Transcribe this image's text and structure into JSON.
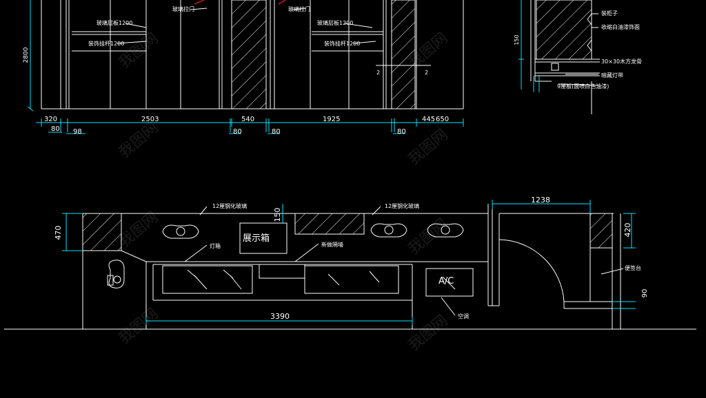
{
  "colors": {
    "background": "#000000",
    "line": "#ffffff",
    "dimension": "#00e5ff",
    "dimension_mark": "#ff2020"
  },
  "elevation": {
    "height_dim": "2800",
    "bottom_dims": [
      "320",
      "80",
      "98",
      "2503",
      "80",
      "540",
      "80",
      "1925",
      "80",
      "445",
      "650"
    ],
    "notes": {
      "glass_shelf_left": "玻璃层板1200",
      "wood_shelf_left": "装饰挂杆1200",
      "top_left": "玻璃拉门",
      "top_mid": "玻璃拉门",
      "glass_shelf_right": "玻璃层板1200",
      "wood_shelf_right": "装饰挂杆1200",
      "mark_2a": "2",
      "mark_2b": "2"
    }
  },
  "section_detail": {
    "dim": "150",
    "notes": [
      "装柜子",
      "收缩白油漆饰面",
      "30×30木方龙骨",
      "暗藏灯带",
      "9厘板(面喷白色油漆)"
    ]
  },
  "plan": {
    "top_left_dim": "470",
    "top_mid_dim": "150",
    "top_right_dim": "1238",
    "right_dim": "420",
    "right_small_dim": "90",
    "bottom_dim": "3390",
    "label_glass_wall_1": "12厘钢化玻璃",
    "label_glass_wall_2": "12厘钢化玻璃",
    "label_display_box": "展示箱",
    "label_cabinet": "灯箱",
    "label_partition": "新做隔墙",
    "label_ac_box": "A/C",
    "label_ac": "空调",
    "label_reception": "便签台"
  },
  "watermark": "我图网"
}
